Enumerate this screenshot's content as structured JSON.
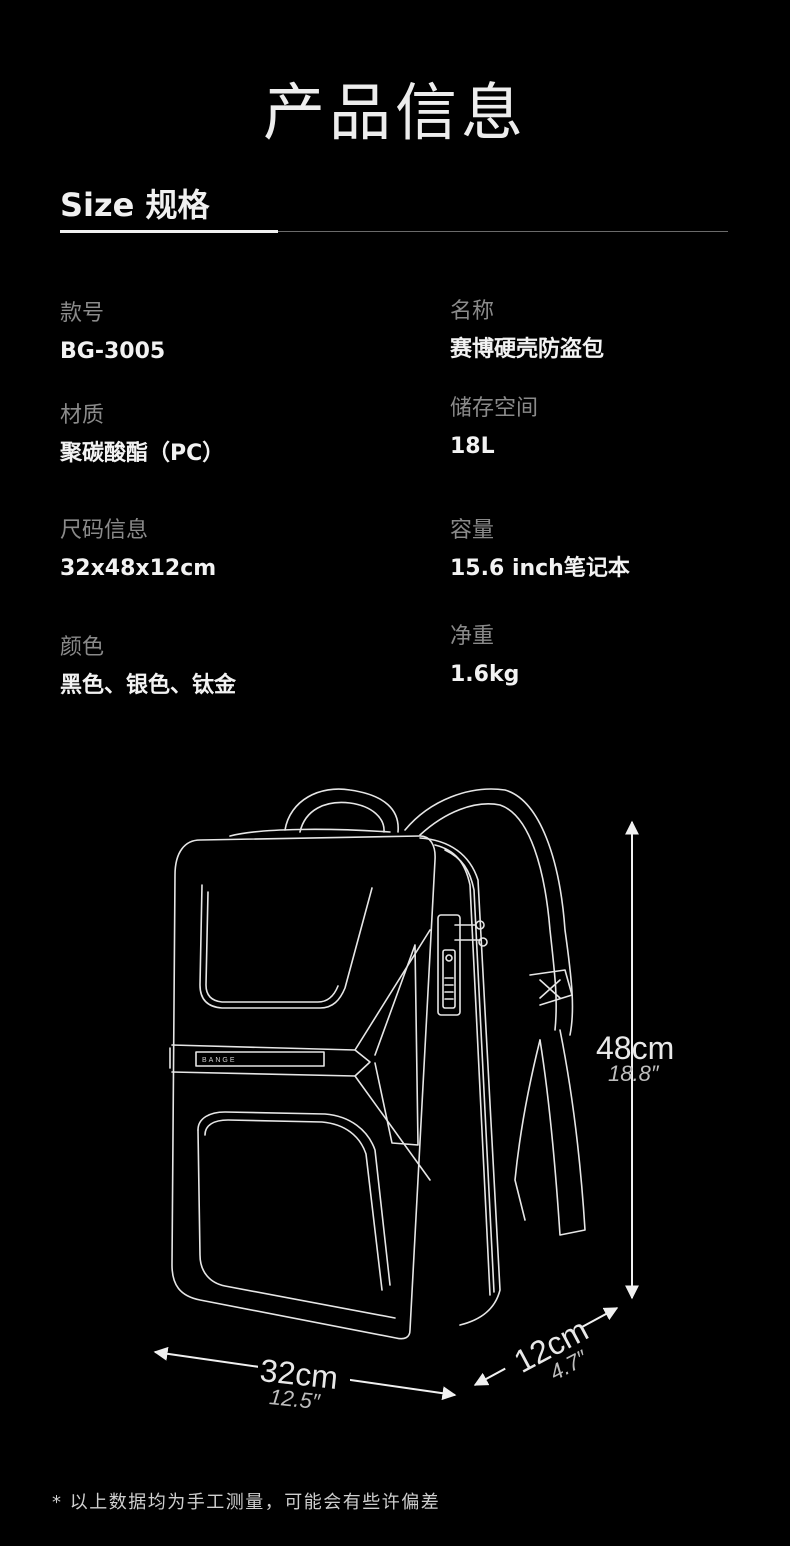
{
  "header": {
    "title": "产品信息"
  },
  "size_section": {
    "heading": "Size 规格"
  },
  "specs": [
    {
      "label": "款号",
      "value": "BG-3005"
    },
    {
      "label": "名称",
      "value": "赛博硬壳防盗包"
    },
    {
      "label": "材质",
      "value": "聚碳酸酯（PC）"
    },
    {
      "label": "储存空间",
      "value": "18L"
    },
    {
      "label": "尺码信息",
      "value": "32x48x12cm"
    },
    {
      "label": "容量",
      "value": "15.6 inch笔记本"
    },
    {
      "label": "颜色",
      "value": "黑色、银色、钛金"
    },
    {
      "label": "净重",
      "value": "1.6kg"
    }
  ],
  "dimensions": {
    "height": {
      "cm": "48cm",
      "inch": "18.8″"
    },
    "width": {
      "cm": "32cm",
      "inch": "12.5″"
    },
    "depth": {
      "cm": "12cm",
      "inch": "4.7″"
    }
  },
  "backpack": {
    "brand_text": "BANGE"
  },
  "footnote": "* 以上数据均为手工测量，可能会有些许偏差"
}
